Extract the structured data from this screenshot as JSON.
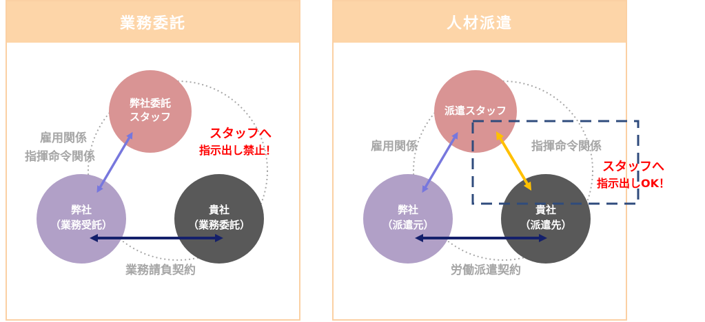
{
  "left": {
    "title": "業務委託",
    "top_node": [
      "弊社委託",
      "スタッフ"
    ],
    "left_node": [
      "弊社",
      "（業務受託）"
    ],
    "right_node": [
      "貴社",
      "（業務委託）"
    ],
    "relation_label": [
      "雇用関係",
      "指揮命令関係"
    ],
    "bottom_label": "業務請負契約",
    "note": [
      "スタッフへ",
      "指示出し禁止！"
    ]
  },
  "right": {
    "title": "人材派遣",
    "top_node": [
      "派遣スタッフ"
    ],
    "left_node": [
      "弊社",
      "（派遣元）"
    ],
    "right_node": [
      "貴社",
      "（派遣先）"
    ],
    "relation_label": "雇用関係",
    "command_label": "指揮命令関係",
    "bottom_label": "労働派遣契約",
    "note": [
      "スタッフへ",
      "指示出しOK！"
    ]
  },
  "colors": {
    "header": "#fdd5a8",
    "border": "#fbd0a3",
    "pink_node": "#d99494",
    "purple_node": "#b1a0c7",
    "gray_node": "#595959",
    "arrow_blue": "#7777dd",
    "arrow_navy": "#14206b",
    "arrow_gold": "#ffc000",
    "dashed_box": "#2f4b7c",
    "note_red": "#ff0000"
  }
}
